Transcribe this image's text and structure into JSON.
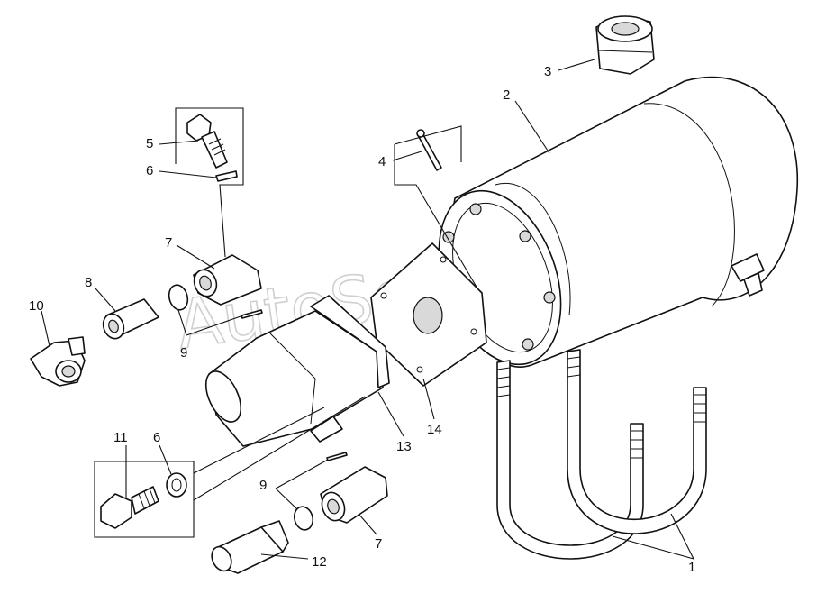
{
  "watermark": "AutoSoft.ru",
  "callouts": {
    "c1": "1",
    "c2": "2",
    "c3": "3",
    "c4": "4",
    "c5": "5",
    "c6a": "6",
    "c6b": "6",
    "c7a": "7",
    "c7b": "7",
    "c8": "8",
    "c9a": "9",
    "c9b": "9",
    "c10": "10",
    "c11": "11",
    "c12": "12",
    "c13": "13",
    "c14": "14"
  }
}
